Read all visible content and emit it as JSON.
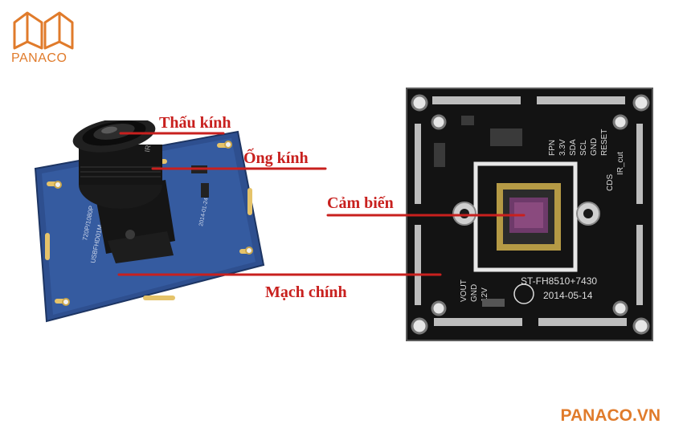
{
  "brand": {
    "logo_text": "PANACO",
    "footer": "PANACO.VN",
    "accent": "#e07b2b"
  },
  "labels": {
    "lens": "Thấu kính",
    "barrel": "Ống kính",
    "sensor": "Cảm biến",
    "main_board": "Mạch chính"
  },
  "board_left": {
    "model": "720P/1080P",
    "code": "USBFHD01M",
    "date": "2014-01-24"
  },
  "board_right": {
    "pins_top": [
      "FPN",
      "3.3V",
      "SDA",
      "SCL",
      "GND",
      "RESET"
    ],
    "pins_side": [
      "CDS",
      "IR_cut"
    ],
    "pins_bottom": [
      "VOUT",
      "GND",
      "12V"
    ],
    "model": "ST-FH8510+7430",
    "date": "2014-05-14"
  },
  "label_color": "#c8201e"
}
